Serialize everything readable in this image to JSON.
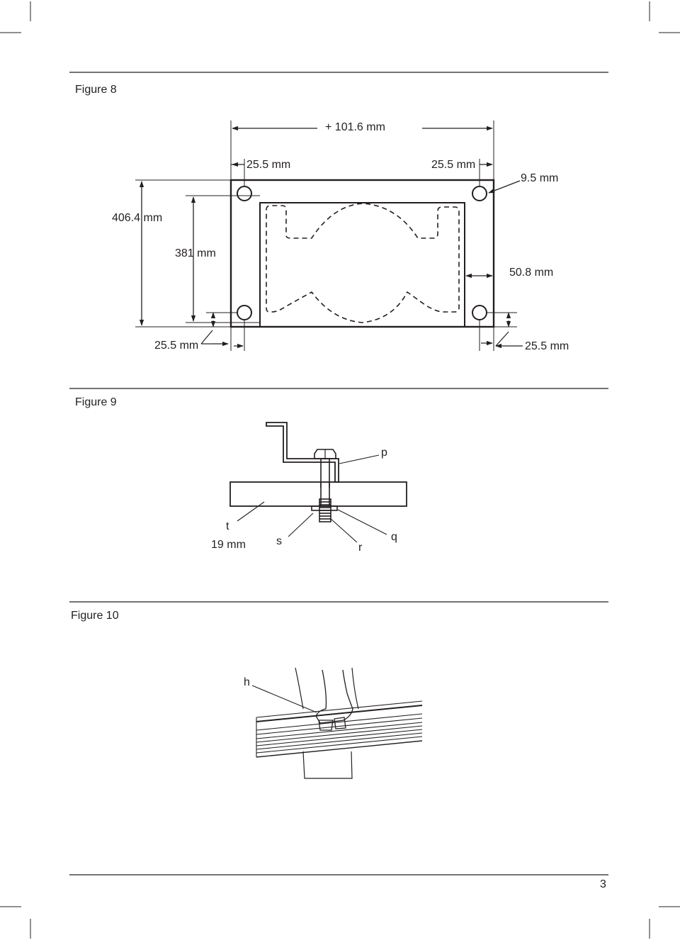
{
  "figure8": {
    "title": "Figure 8",
    "dim_total_width": "+ 101.6 mm",
    "dim_left_offset": "25.5 mm",
    "dim_right_offset": "25.5 mm",
    "dim_hole": "9.5 mm",
    "dim_outer_height": "406.4 mm",
    "dim_inner_height": "381 mm",
    "dim_side_gap": "50.8 mm",
    "dim_bottom_left": "25.5 mm",
    "dim_bottom_right": "25.5 mm"
  },
  "figure9": {
    "title": "Figure 9",
    "label_p": "p",
    "label_t": "t",
    "label_thickness": "19 mm",
    "label_s": "s",
    "label_r": "r",
    "label_q": "q"
  },
  "figure10": {
    "title": "Figure 10",
    "label_h": "h"
  },
  "footer": {
    "page_number": "3"
  }
}
